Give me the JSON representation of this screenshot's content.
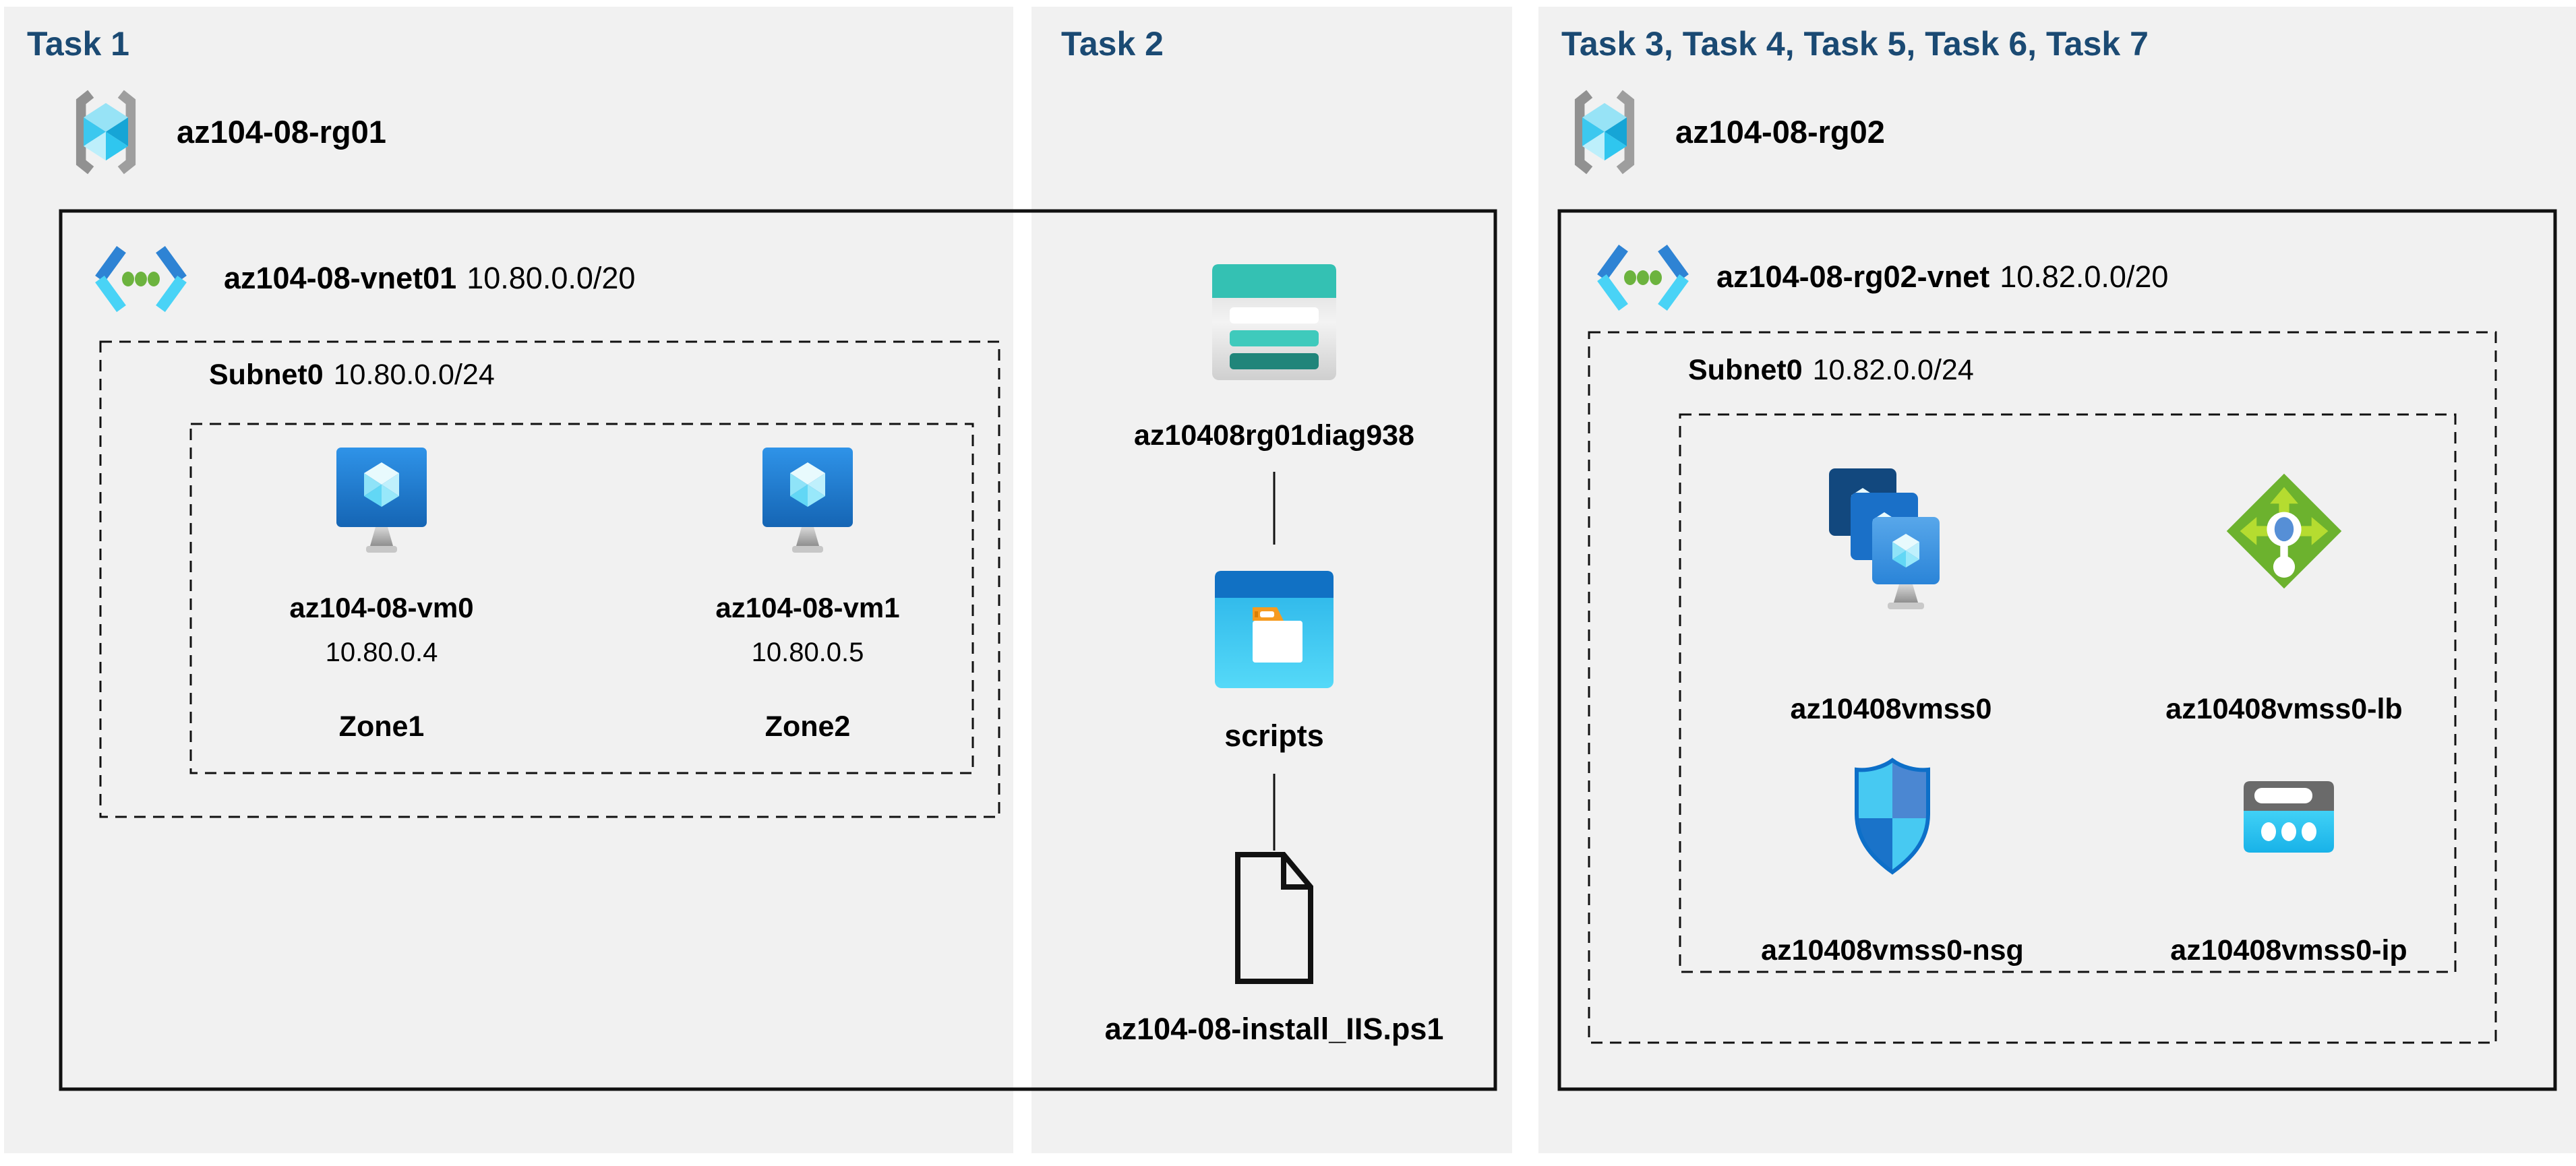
{
  "task1": {
    "title": "Task 1",
    "rg": "az104-08-rg01",
    "vnet_name": "az104-08-vnet01",
    "vnet_cidr": "10.80.0.0/20",
    "subnet_name": "Subnet0",
    "subnet_cidr": "10.80.0.0/24",
    "vms": [
      {
        "name": "az104-08-vm0",
        "ip": "10.80.0.4",
        "zone": "Zone1"
      },
      {
        "name": "az104-08-vm1",
        "ip": "10.80.0.5",
        "zone": "Zone2"
      }
    ]
  },
  "task2": {
    "title": "Task 2",
    "storage_account": "az10408rg01diag938",
    "folder": "scripts",
    "script_file": "az104-08-install_IIS.ps1"
  },
  "task37": {
    "title": "Task 3, Task 4, Task 5, Task 6, Task 7",
    "rg": "az104-08-rg02",
    "vnet_name": "az104-08-rg02-vnet",
    "vnet_cidr": "10.82.0.0/20",
    "subnet_name": "Subnet0",
    "subnet_cidr": "10.82.0.0/24",
    "resources": [
      {
        "name": "az10408vmss0",
        "type": "vm-scale-set"
      },
      {
        "name": "az10408vmss0-lb",
        "type": "load-balancer"
      },
      {
        "name": "az10408vmss0-nsg",
        "type": "network-security-group"
      },
      {
        "name": "az10408vmss0-ip",
        "type": "public-ip"
      }
    ]
  },
  "colors": {
    "title": "#1b4a73",
    "panel": "#f1f1f1",
    "line": "#111111",
    "text": "#000000",
    "azure-blue": "#1b74d4",
    "storage-teal": "#35c2b4",
    "lb-green": "#6cb22e",
    "ip-cyan": "#2cc3f0"
  }
}
